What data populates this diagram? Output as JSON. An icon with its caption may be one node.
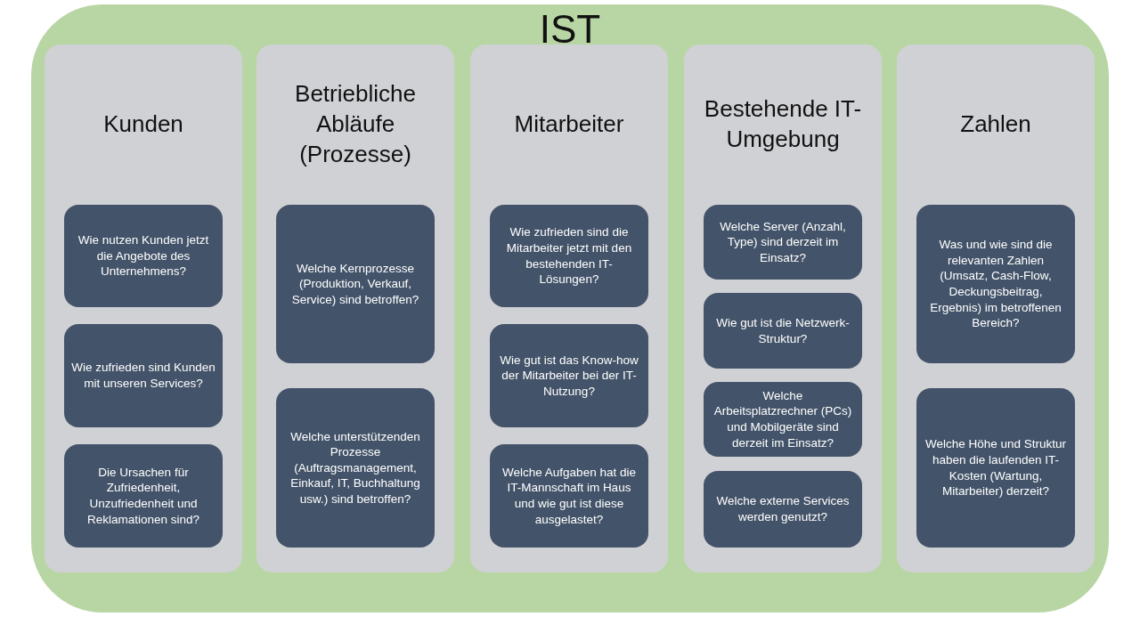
{
  "diagram": {
    "nodes": [
      {
        "text": [
          "IST"
        ]
      },
      {
        "text": [
          "Kunden"
        ],
        "in": 0
      },
      {
        "text": [
          "Wie nutzen Kunden jetzt die Angebote des Unternehmens?"
        ],
        "in": 1
      },
      {
        "text": [
          "Wie zufrieden sind Kunden mit unseren Services?"
        ],
        "in": 1
      },
      {
        "text": [
          "Die Ursachen für Zufriedenheit, Unzufriedenheit und Reklamationen sind?"
        ],
        "in": 1
      },
      {
        "text": [
          "Betriebliche Abläufe (Prozesse)"
        ],
        "in": 0
      },
      {
        "text": [
          "Welche Kernprozesse (Produktion, Verkauf, Service) sind betroffen?"
        ],
        "in": 5
      },
      {
        "text": [
          "Welche unterstützenden Prozesse (Auftragsmanagement, Einkauf, IT, Buchhaltung usw.) sind betroffen?"
        ],
        "in": 5
      },
      {
        "text": [
          "Mitarbeiter"
        ],
        "in": 0
      },
      {
        "text": [
          "Wie zufrieden sind die Mitarbeiter jetzt mit den bestehenden IT-Lösungen?"
        ],
        "in": 8
      },
      {
        "text": [
          "Wie gut ist das Know-how der Mitarbeiter bei der IT-Nutzung?"
        ],
        "in": 8
      },
      {
        "text": [
          "Welche Aufgaben hat die IT-Mannschaft im Haus und wie gut ist diese ausgelastet?"
        ],
        "in": 8
      },
      {
        "text": [
          "Bestehende IT-Umgebung"
        ],
        "in": 0
      },
      {
        "text": [
          "Welche Server (Anzahl, Type) sind derzeit im Einsatz?"
        ],
        "in": 12
      },
      {
        "text": [
          "Wie gut ist die Netzwerk-Struktur?"
        ],
        "in": 12
      },
      {
        "text": [
          "Welche Arbeitsplatzrechner (PCs) und Mobilgeräte sind derzeit im Einsatz?"
        ],
        "in": 12
      },
      {
        "text": [
          "Welche externe Services werden genutzt?"
        ],
        "in": 12
      },
      {
        "text": [
          "Zahlen"
        ],
        "in": 0
      },
      {
        "text": [
          "Was und wie sind die relevanten Zahlen (Umsatz, Cash-Flow, Deckungsbeitrag, Ergebnis) im betroffenen Bereich?"
        ],
        "in": 17
      },
      {
        "text": [
          "Welche Höhe und Struktur haben die laufenden IT-Kosten (Wartung, Mitarbeiter) derzeit?"
        ],
        "in": 17
      }
    ]
  }
}
